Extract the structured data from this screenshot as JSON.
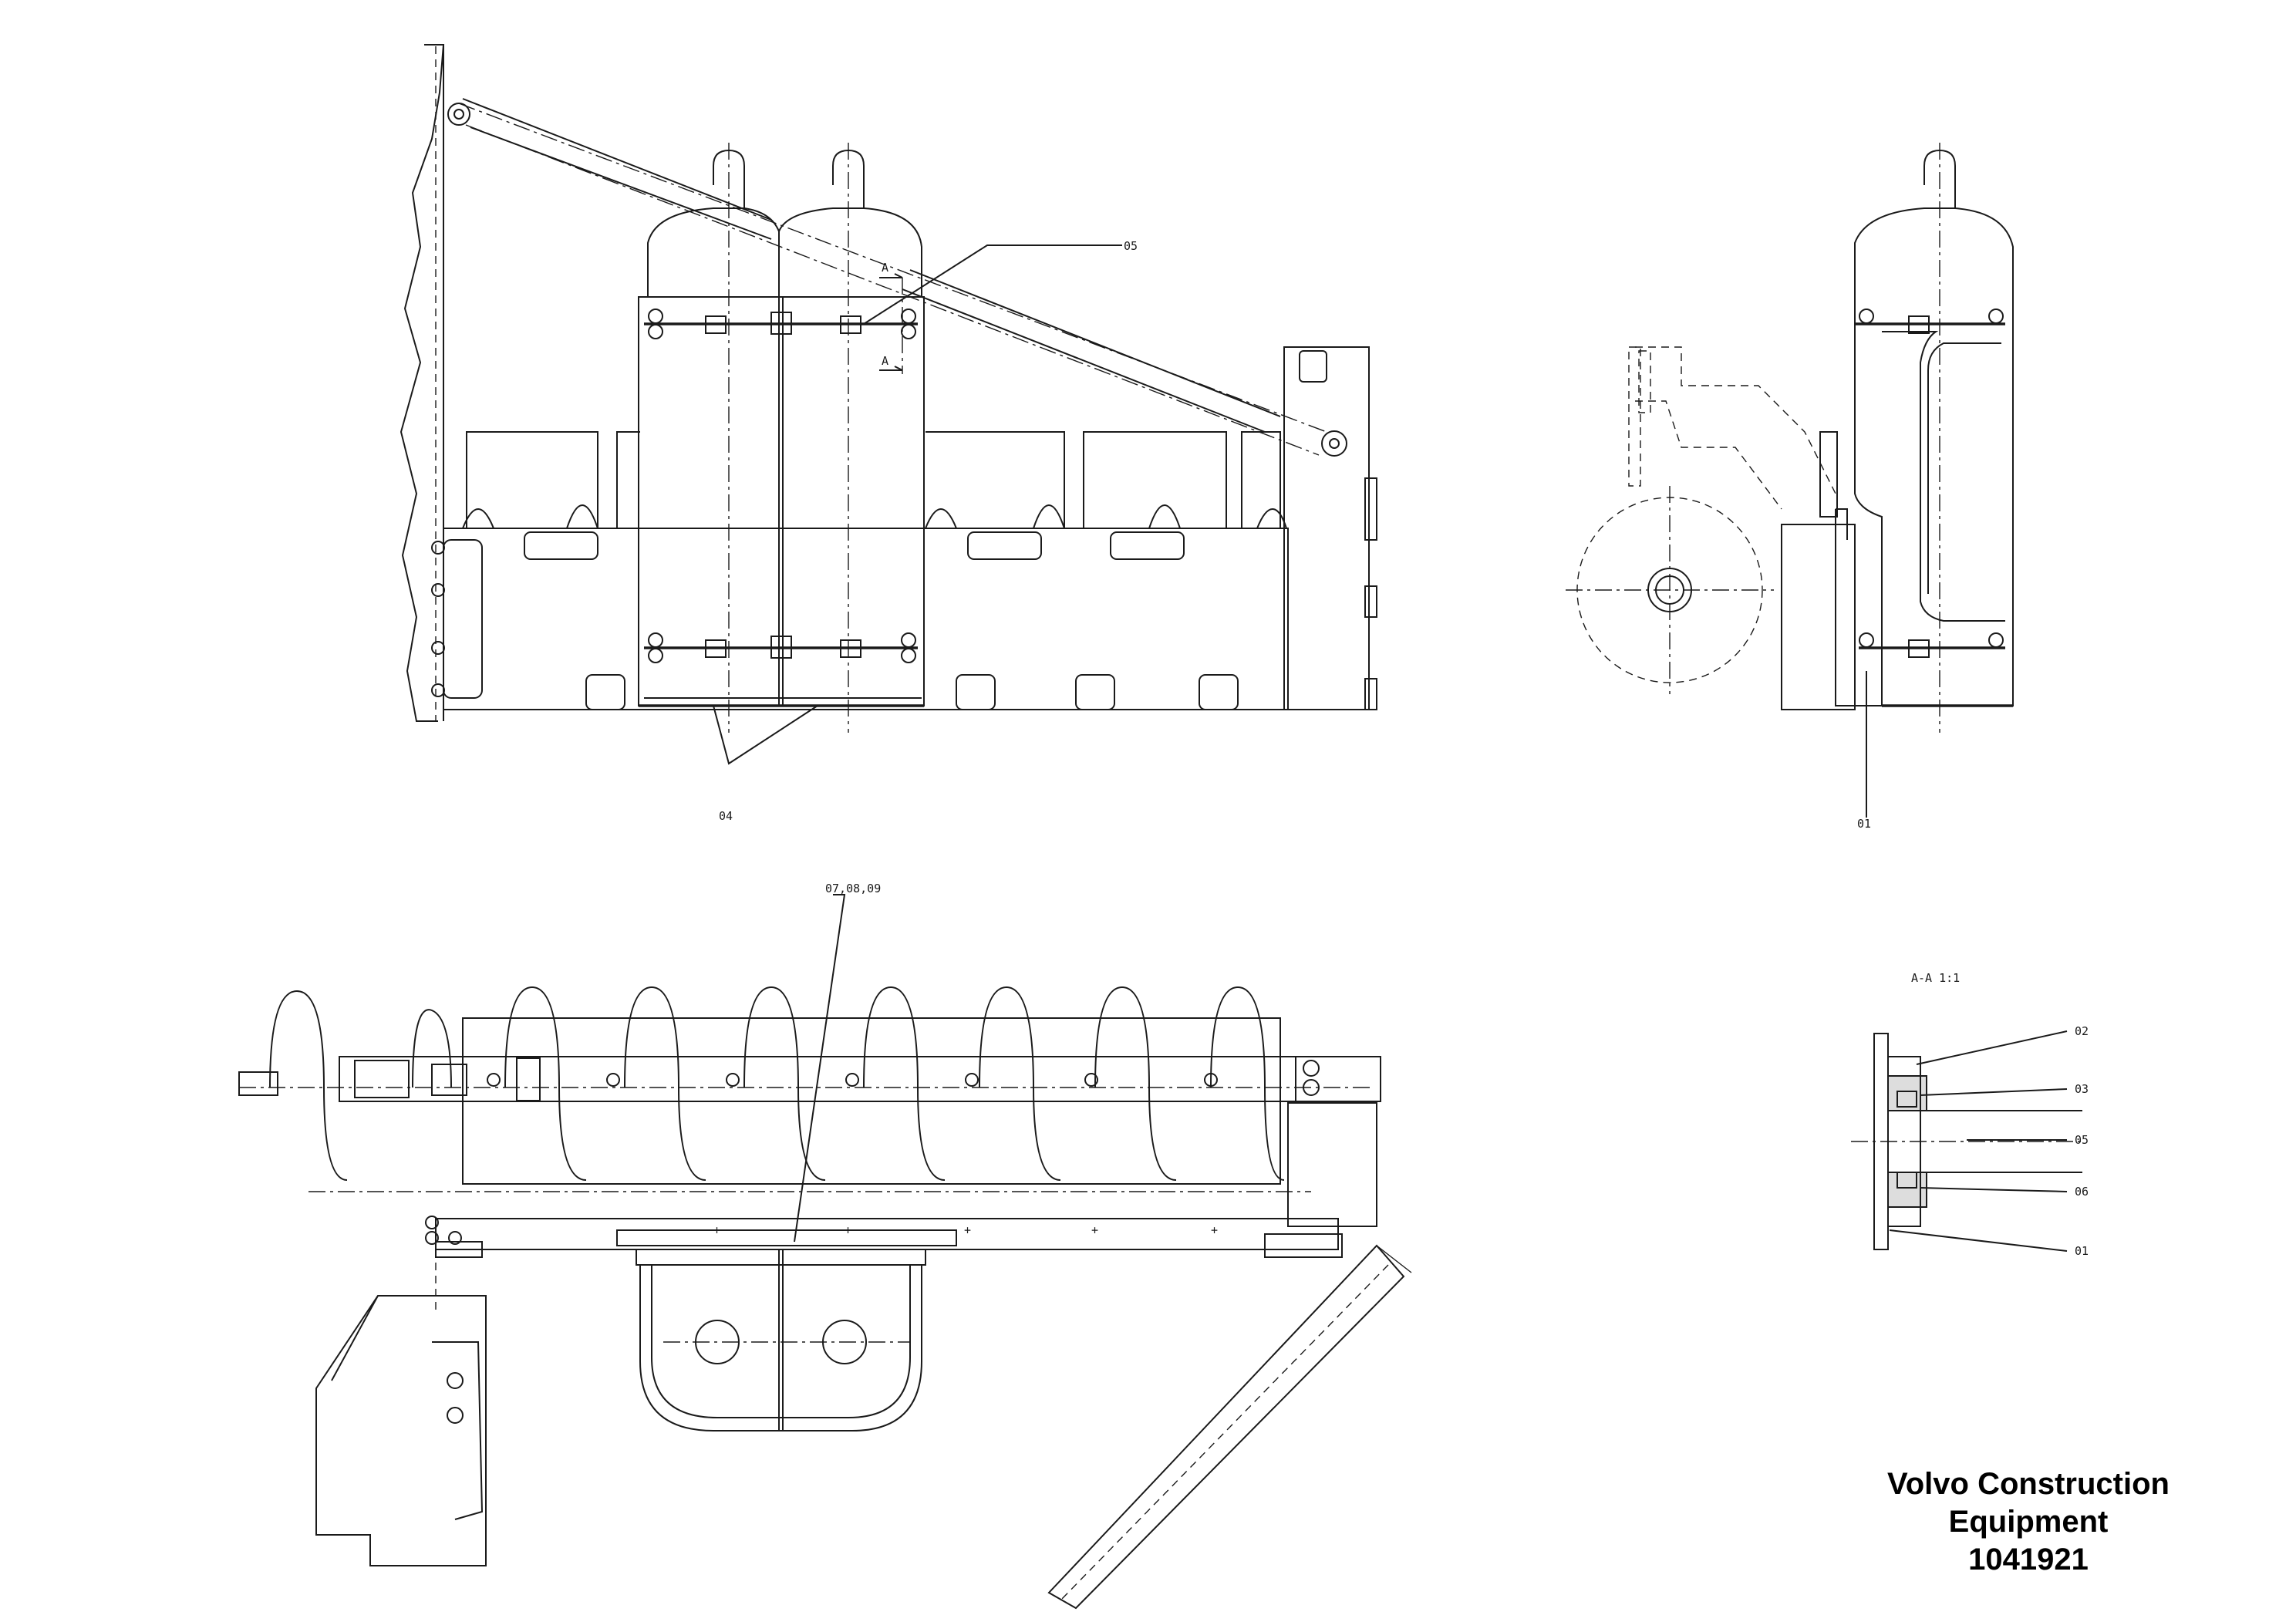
{
  "title_block": {
    "company_line1": "Volvo Construction",
    "company_line2": "Equipment",
    "part_number": "1041921"
  },
  "callouts": {
    "front_view_05": "05",
    "front_view_04": "04",
    "side_view_01": "01",
    "top_view_070809": "07,08,09",
    "section_marker_top": "A",
    "section_marker_bottom": "A",
    "section_title": "A-A  1:1",
    "section_02": "02",
    "section_03": "03",
    "section_05": "05",
    "section_06": "06",
    "section_01": "01"
  },
  "colors": {
    "line": "#1a1a1a",
    "background": "#ffffff"
  }
}
